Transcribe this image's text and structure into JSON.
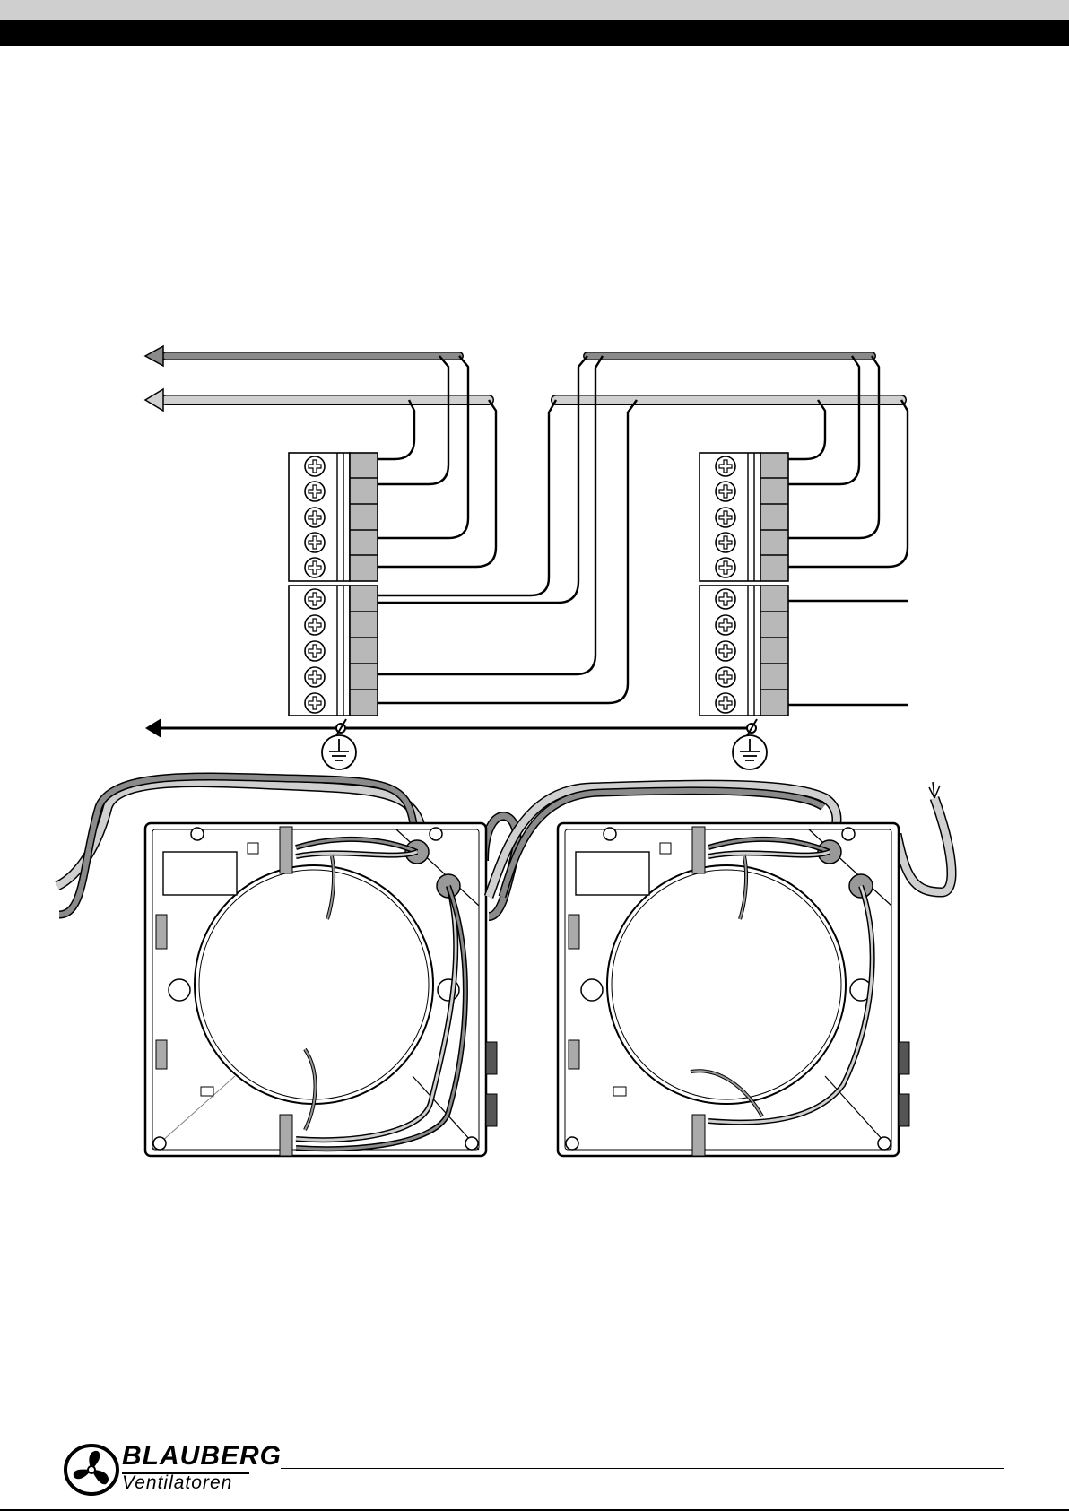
{
  "brand": {
    "name": "BLAUBERG",
    "subtitle": "Ventilatoren",
    "logo_icon": "fan-logo-icon"
  },
  "colors": {
    "wire_dark_gray": "#8a8a8a",
    "wire_light_gray": "#d0d0d0",
    "terminal_fill": "#b8b8b8",
    "header_gray": "#cfcfcf",
    "header_black": "#000000"
  },
  "diagram": {
    "terminal_blocks": 4,
    "terminals_per_block": 5,
    "units": 2
  }
}
